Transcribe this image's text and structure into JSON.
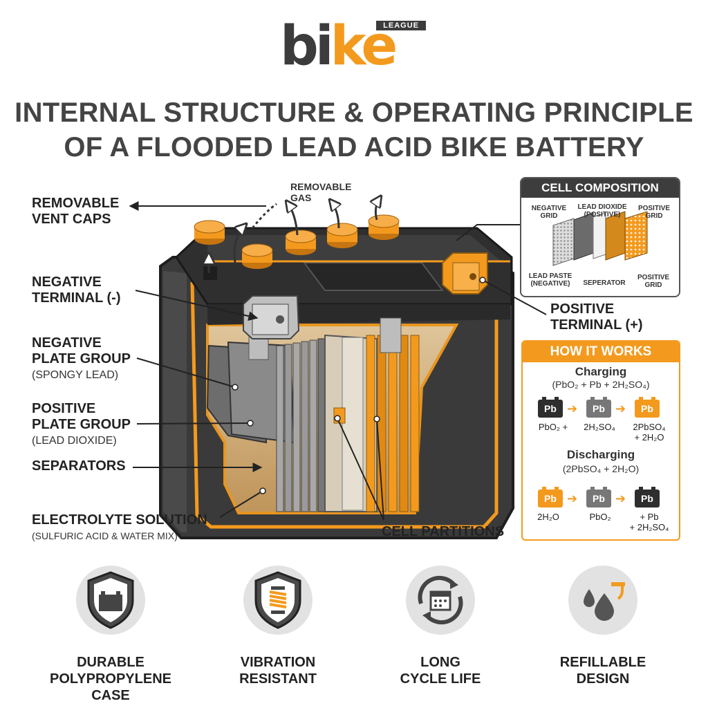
{
  "logo": {
    "part1": "bi",
    "part2": "ke",
    "tag": "LEAGUE"
  },
  "title": {
    "line1": "INTERNAL STRUCTURE & OPERATING PRINCIPLE",
    "line2": "OF A FLOODED LEAD ACID BIKE BATTERY"
  },
  "labels": {
    "vent_caps": [
      "REMOVABLE",
      "VENT CAPS"
    ],
    "gas": [
      "REMOVABLE",
      "GAS"
    ],
    "neg_terminal": [
      "NEGATIVE",
      "TERMINAL (-)"
    ],
    "neg_plate": [
      "NEGATIVE",
      "PLATE GROUP"
    ],
    "neg_plate_sub": "(SPONGY LEAD)",
    "pos_plate": [
      "POSITIVE",
      "PLATE GROUP"
    ],
    "pos_plate_sub": "(LEAD DIOXIDE)",
    "separators": "SEPARATORS",
    "electrolyte": "ELECTROLYTE SOLUTION",
    "electrolyte_sub": "(SULFURIC ACID & WATER MIX)",
    "cell_partitions": "CELL PARTITIONS",
    "pos_terminal": [
      "POSITIVE",
      "TERMINAL (+)"
    ]
  },
  "cell_composition": {
    "header": "CELL COMPOSITION",
    "negative_grid": [
      "NEGATIVE",
      "GRID"
    ],
    "lead_dioxide": [
      "LEAD DIOXIDE",
      "(POSITIVE)"
    ],
    "positive_grid_top": [
      "POSITIVE",
      "GRID"
    ],
    "lead_paste": [
      "LEAD PASTE",
      "(NEGATIVE)"
    ],
    "separator": "SEPERATOR",
    "positive_grid_bottom": [
      "POSITIVE",
      "GRID"
    ]
  },
  "how_it_works": {
    "header": "HOW IT WORKS",
    "charging": {
      "title": "Charging",
      "formula": "(PbO₂ + Pb + 2H₂SO₄)",
      "chips": [
        "Pb",
        "Pb",
        "Pb"
      ],
      "sub": [
        "PbO₂  +",
        "2H₂SO₄",
        "2PbSO₄",
        "+ 2H₂O"
      ]
    },
    "discharging": {
      "title": "Discharging",
      "formula": "(2PbSO₄ + 2H₂O)",
      "chips": [
        "Pb",
        "Pb",
        "Pb"
      ],
      "sub": [
        "2H₂O",
        "PbO₂",
        "+ Pb",
        "+ 2H₂SO₄"
      ]
    }
  },
  "features": [
    {
      "icon": "battery-shield-icon",
      "lines": [
        "DURABLE",
        "POLYPROPYLENE",
        "CASE"
      ]
    },
    {
      "icon": "spring-shield-icon",
      "lines": [
        "VIBRATION",
        "RESISTANT"
      ]
    },
    {
      "icon": "calendar-cycle-icon",
      "lines": [
        "LONG",
        "CYCLE LIFE"
      ]
    },
    {
      "icon": "drop-refill-icon",
      "lines": [
        "REFILLABLE",
        "DESIGN"
      ]
    }
  ],
  "colors": {
    "accent": "#f39a1e",
    "dark": "#3c3c3c",
    "case": "#454545"
  }
}
